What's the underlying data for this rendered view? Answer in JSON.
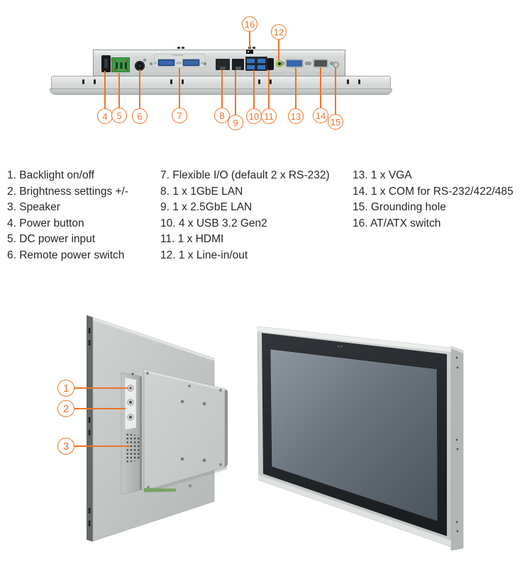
{
  "colors": {
    "callout_orange": "#ee7428",
    "legend_text": "#272727"
  },
  "legend": {
    "col1": [
      "1. Backlight on/off",
      "2. Brightness settings +/-",
      "3. Speaker",
      "4. Power button",
      "5. DC power input",
      "6. Remote power switch"
    ],
    "col2": [
      "7. Flexible I/O (default 2 x RS-232)",
      "8. 1 x 1GbE LAN",
      "9. 1 x 2.5GbE LAN",
      "10. 4 x USB 3.2 Gen2",
      "11. 1 x HDMI",
      "12. 1 x Line-in/out"
    ],
    "col3": [
      "13. 1 x VGA",
      "14. 1 x COM for RS-232/422/485",
      "15. Grounding hole",
      "16. AT/ATX switch"
    ]
  },
  "diagram": {
    "callout_labels": [
      "1",
      "2",
      "3",
      "4",
      "5",
      "6",
      "7",
      "8",
      "9",
      "10",
      "11",
      "12",
      "13",
      "14",
      "15",
      "16"
    ]
  }
}
